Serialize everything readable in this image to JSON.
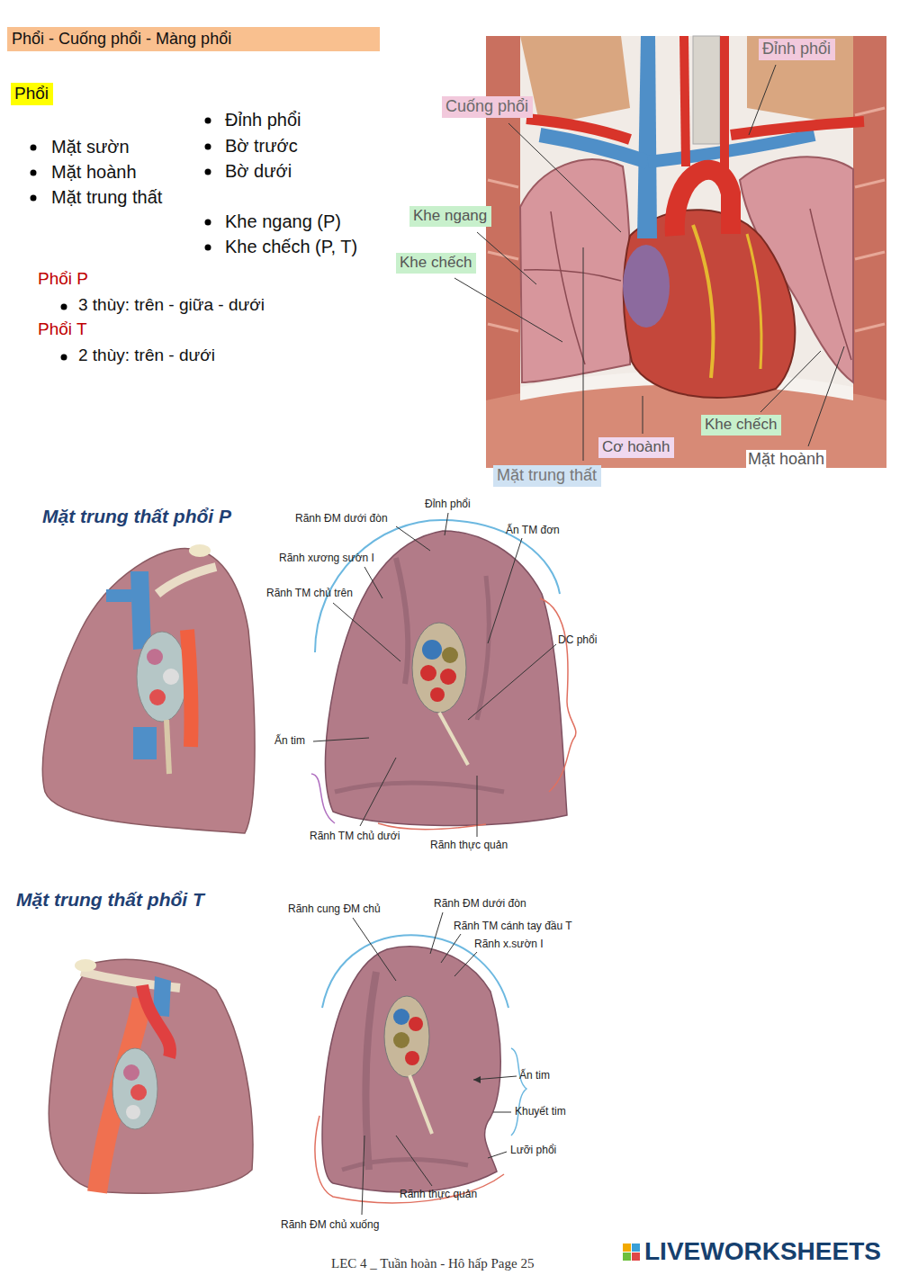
{
  "diagram": {
    "title": "Phổi - Cuống phổi - Màng phổi",
    "nodes": [
      {
        "text": [
          "Phổi"
        ]
      },
      {
        "text": [
          "Đỉnh phổi"
        ]
      },
      {
        "text": [
          "Cuống phổi"
        ]
      },
      {
        "text": [
          "Khe ngang"
        ]
      },
      {
        "text": [
          "Khe chếch"
        ]
      },
      {
        "text": [
          "Khe chếch"
        ]
      },
      {
        "text": [
          "Cơ hoành"
        ]
      },
      {
        "text": [
          "Mặt trung thất"
        ]
      }
    ],
    "labels": [
      "Mặt sườn",
      "Mặt hoành",
      "Mặt trung thất",
      "Đỉnh phổi",
      "Bờ trước",
      "Bờ dưới",
      "Khe ngang (P)",
      "Khe chếch (P, T)",
      "Phổi P",
      "3 thùy: trên - giữa - dưới",
      "Phổi T",
      "2 thùy: trên - dưới",
      "Mặt hoành",
      "Mặt trung thất phổi P",
      "Đỉnh phổi",
      "Rãnh ĐM dưới đòn",
      "Ấn TM đơn",
      "Rãnh xương sườn I",
      "Rãnh TM chủ trên",
      "DC phổi",
      "Ấn tim",
      "Rãnh TM chủ dưới",
      "Rãnh thực quản",
      "Mặt trung thất phổi T",
      "Rãnh cung ĐM chủ",
      "Rãnh ĐM dưới đòn",
      "Rãnh TM cánh tay đầu T",
      "Rãnh x.sườn I",
      "Ấn tim",
      "Khuyết tim",
      "Lưỡi phổi",
      "Rãnh thực quản",
      "Rãnh ĐM chủ xuống",
      "LEC 4 _ Tuần hoàn - Hô hấp Page 25",
      "LIVEWORKSHEETS"
    ]
  }
}
